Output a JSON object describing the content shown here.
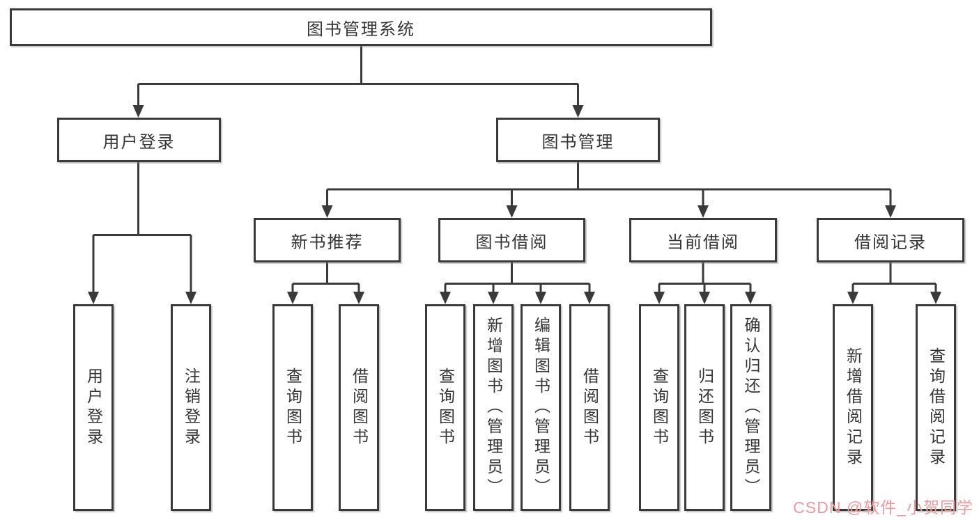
{
  "tree": {
    "root": "图书管理系统",
    "branches": [
      {
        "label": "用户登录",
        "children": [
          "用户登录",
          "注销登录"
        ]
      },
      {
        "label": "图书管理",
        "sections": [
          {
            "label": "新书推荐",
            "children": [
              "查询图书",
              "借阅图书"
            ]
          },
          {
            "label": "图书借阅",
            "children": [
              "查询图书",
              "新增图书（管理员）",
              "编辑图书（管理员）",
              "借阅图书"
            ]
          },
          {
            "label": "当前借阅",
            "children": [
              "查询图书",
              "归还图书",
              "确认归还（管理员）"
            ]
          },
          {
            "label": "借阅记录",
            "children": [
              "新增借阅记录",
              "查询借阅记录"
            ]
          }
        ]
      }
    ]
  },
  "watermark": "CSDN @软件_小贺同学",
  "colors": {
    "line": "#3a3a3a",
    "text": "#353535",
    "watermark": "#ee9298",
    "background": "#ffffff"
  }
}
